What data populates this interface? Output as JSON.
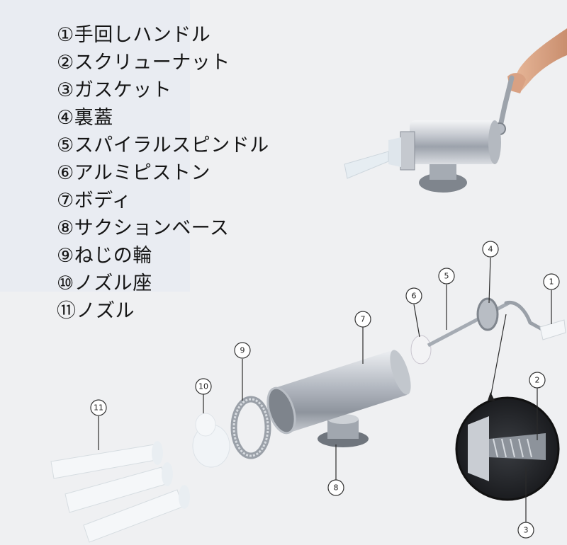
{
  "parts_list": [
    "①手回しハンドル",
    "②スクリューナット",
    "③ガスケット",
    "④裏蓋",
    "⑤スパイラルスピンドル",
    "⑥アルミピストン",
    "⑦ボディ",
    "⑧サクションベース",
    "⑨ねじの輪",
    "⑩ノズル座",
    "⑪ノズル"
  ],
  "callouts": {
    "c1": "1",
    "c2": "2",
    "c3": "3",
    "c4": "4",
    "c5": "5",
    "c6": "6",
    "c7": "7",
    "c8": "8",
    "c9": "9",
    "c10": "10",
    "c11": "11"
  }
}
